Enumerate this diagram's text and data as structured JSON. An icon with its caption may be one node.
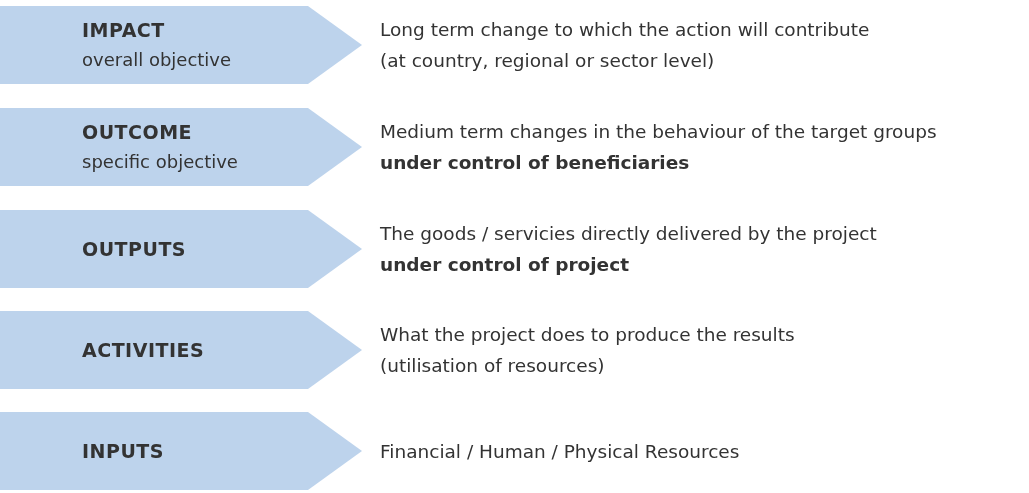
{
  "diagram": {
    "nodes": [
      {
        "text": [
          "IMPACT",
          "overall objective"
        ],
        "beside": [
          "Long term change to which the action will contribute",
          "(at country, regional or sector level)"
        ]
      },
      {
        "text": [
          "OUTCOME",
          "specific objective"
        ],
        "beside": [
          "Medium term changes in the behaviour of the target groups",
          "under control of beneficiaries"
        ]
      },
      {
        "text": [
          "OUTPUTS"
        ],
        "beside": [
          "The goods / servicies directly delivered by the project",
          "under control of project"
        ]
      },
      {
        "text": [
          "ACTIVITIES"
        ],
        "beside": [
          "What the project does to produce the results",
          "(utilisation of resources)"
        ]
      },
      {
        "text": [
          "INPUTS"
        ],
        "beside": [
          "Financial / Human / Physical Resources"
        ]
      }
    ]
  }
}
